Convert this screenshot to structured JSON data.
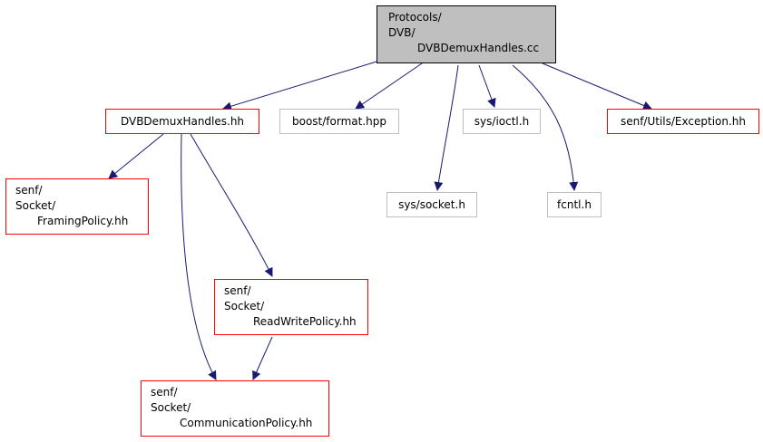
{
  "root": {
    "line1": "Protocols/",
    "line2": "DVB/",
    "line3": "DVBDemuxHandles.cc"
  },
  "nodes": {
    "dvb_demux_hh": "DVBDemuxHandles.hh",
    "boost_format": "boost/format.hpp",
    "sys_ioctl": "sys/ioctl.h",
    "exception": "senf/Utils/Exception.hh",
    "sys_socket": "sys/socket.h",
    "fcntl": "fcntl.h",
    "framing": {
      "line1": "senf/",
      "line2": "Socket/",
      "line3": "FramingPolicy.hh"
    },
    "readwrite": {
      "line1": "senf/",
      "line2": "Socket/",
      "line3": "ReadWritePolicy.hh"
    },
    "communication": {
      "line1": "senf/",
      "line2": "Socket/",
      "line3": "CommunicationPolicy.hh"
    }
  },
  "colors": {
    "edge": "#191970",
    "red_border": "#ff0000",
    "grey_border": "#bfbfbf",
    "root_fill": "#bfbfbf"
  }
}
